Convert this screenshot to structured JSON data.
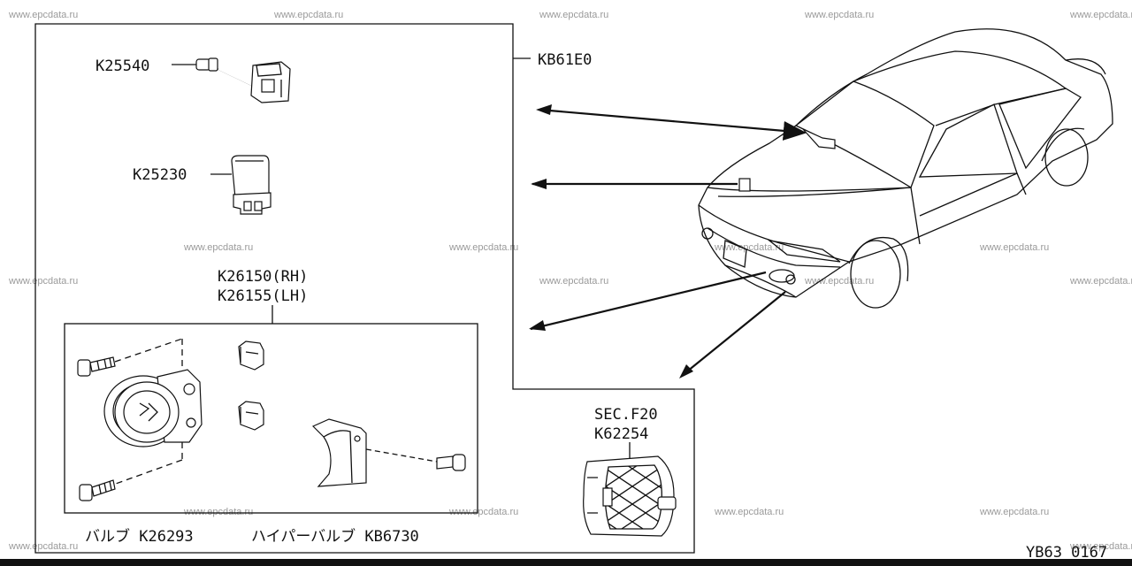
{
  "watermark": "www.epcdata.ru",
  "labels": {
    "kb61e0": "KB61E0",
    "k25540": "K25540",
    "k25230": "K25230",
    "k26150": "K26150(RH)",
    "k26155": "K26155(LH)",
    "sec_f20": "SEC.F20",
    "k62254": "K62254",
    "bulb": "バルブ K26293",
    "hi_bulb": "ハイパーバルブ KB6730",
    "diagram_id": "YB63 0167"
  },
  "icons": {
    "harness": "switch-harness-icon",
    "relay": "relay-icon",
    "fog_lamp": "fog-lamp-icon",
    "bracket": "clip-icon",
    "cover": "lamp-cover-icon",
    "grille": "bumper-grille-icon",
    "car": "car-icon"
  }
}
